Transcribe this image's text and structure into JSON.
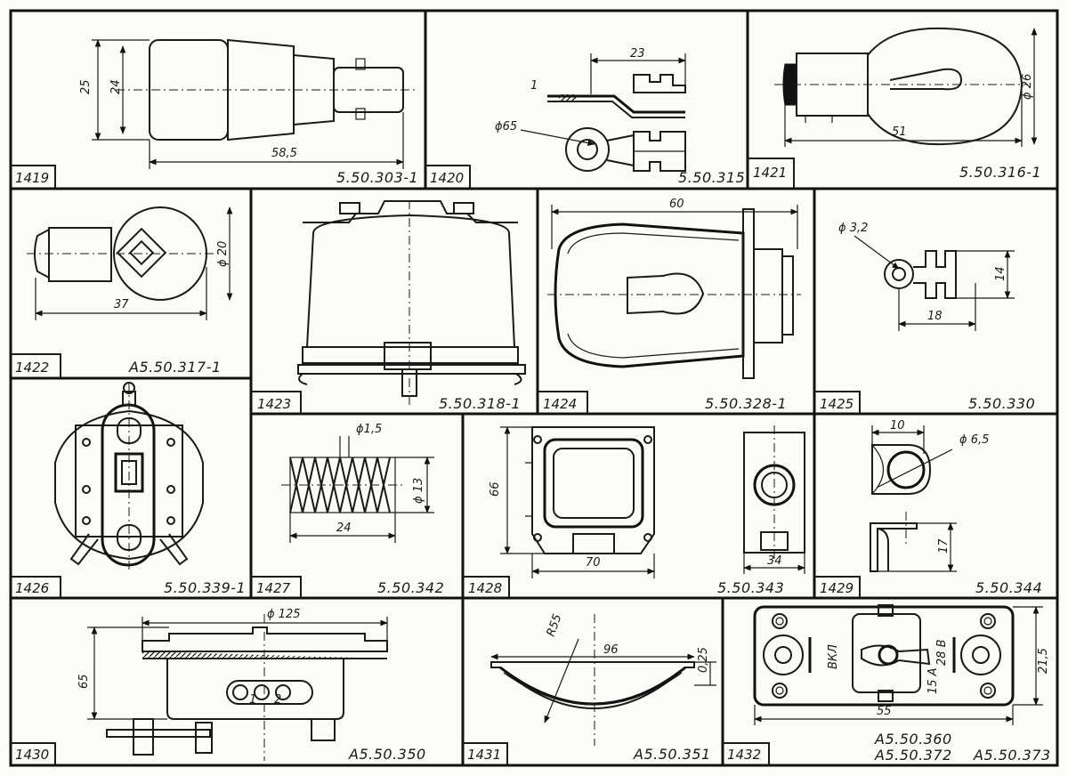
{
  "cells": [
    {
      "id": "1419",
      "number": "1419",
      "code": "5.50.303-1",
      "dims": [
        "25",
        "24",
        "58,5"
      ]
    },
    {
      "id": "1420",
      "number": "1420",
      "code": "5.50.315",
      "dims": [
        "23",
        "ϕ65",
        "1"
      ]
    },
    {
      "id": "1421",
      "number": "1421",
      "code": "5.50.316-1",
      "dims": [
        "ϕ 26",
        "51"
      ]
    },
    {
      "id": "1422",
      "number": "1422",
      "code": "A5.50.317-1",
      "dims": [
        "ϕ 20",
        "37"
      ]
    },
    {
      "id": "1423",
      "number": "1423",
      "code": "5.50.318-1",
      "dims": []
    },
    {
      "id": "1424",
      "number": "1424",
      "code": "5.50.328-1",
      "dims": [
        "60"
      ]
    },
    {
      "id": "1425",
      "number": "1425",
      "code": "5.50.330",
      "dims": [
        "ϕ 3,2",
        "14",
        "18"
      ]
    },
    {
      "id": "1426",
      "number": "1426",
      "code": "5.50.339-1",
      "dims": []
    },
    {
      "id": "1427",
      "number": "1427",
      "code": "5.50.342",
      "dims": [
        "ϕ1,5",
        "ϕ 13",
        "24"
      ]
    },
    {
      "id": "1428",
      "number": "1428",
      "code": "5.50.343",
      "dims": [
        "66",
        "70",
        "34"
      ]
    },
    {
      "id": "1429",
      "number": "1429",
      "code": "5.50.344",
      "dims": [
        "10",
        "ϕ 6,5",
        "17"
      ]
    },
    {
      "id": "1430",
      "number": "1430",
      "code": "A5.50.350",
      "dims": [
        "ϕ 125",
        "65",
        "1",
        "2"
      ]
    },
    {
      "id": "1431",
      "number": "1431",
      "code": "A5.50.351",
      "dims": [
        "R55",
        "96",
        "0,25"
      ]
    },
    {
      "id": "1432",
      "number": "1432",
      "codes": [
        "A5.50.360",
        "A5.50.372",
        "A5.50.373"
      ],
      "dims": [
        "21,5",
        "55"
      ],
      "labels": [
        "ВКЛ",
        "28 В",
        "15 А"
      ]
    }
  ]
}
